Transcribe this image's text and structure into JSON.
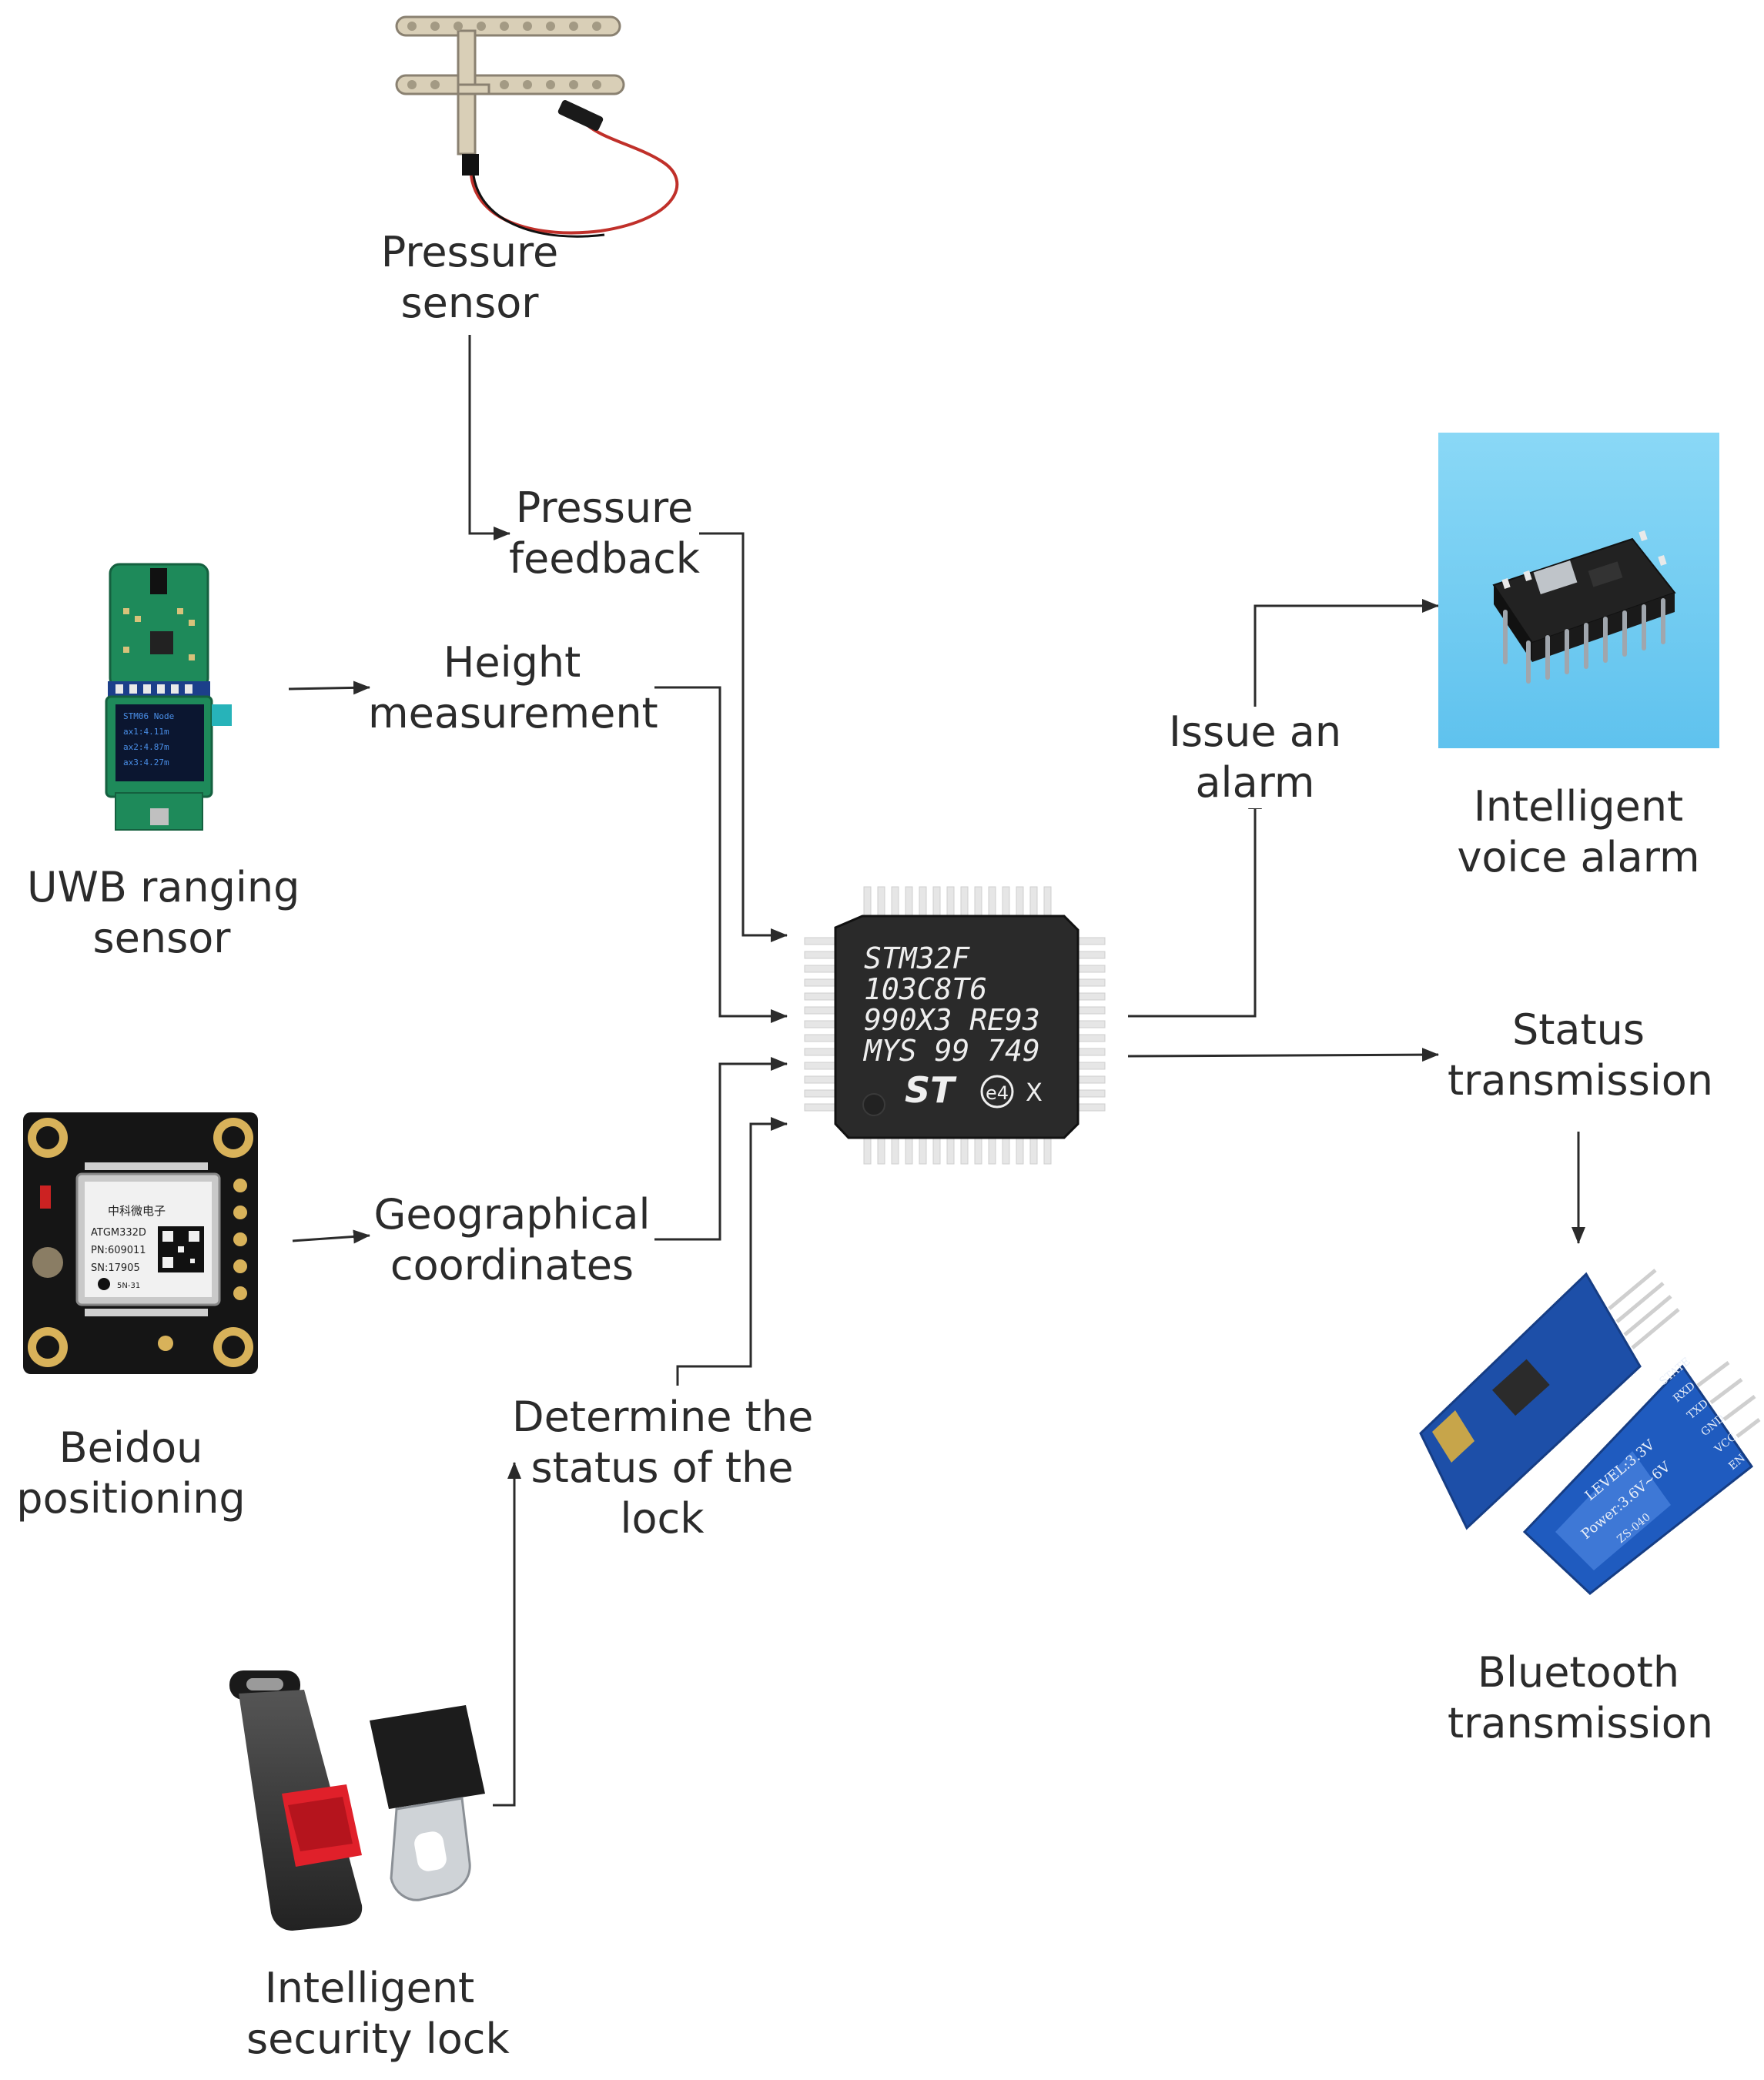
{
  "diagram": {
    "controller": {
      "chip_lines": [
        "STM32F",
        "103C8T6",
        "990X3 RE93",
        "MYS 99 749"
      ],
      "chip_logo": "ST",
      "chip_mark": "e4",
      "chip_suffix": "X"
    },
    "inputs": {
      "pressure_sensor": {
        "label_lines": [
          "Pressure",
          "sensor"
        ]
      },
      "uwb_sensor": {
        "label_lines": [
          "UWB ranging",
          "sensor"
        ],
        "screen_lines": [
          "STM06 Node",
          "ax1:4.11m",
          "ax2:4.87m",
          "ax3:4.27m"
        ]
      },
      "beidou": {
        "label_lines": [
          "Beidou",
          "positioning"
        ],
        "module_lines": [
          "中科微电子",
          "ATGM332D",
          "PN:609011",
          "SN:17905",
          "5N-31"
        ]
      },
      "security_lock": {
        "label_lines": [
          "Intelligent",
          "security lock"
        ]
      }
    },
    "signals": {
      "pressure_feedback": [
        "Pressure",
        "feedback"
      ],
      "height_measurement": [
        "Height",
        "measurement"
      ],
      "geographical_coordinates": [
        "Geographical",
        "coordinates"
      ],
      "lock_status": [
        "Determine the",
        "status of the",
        "lock"
      ],
      "issue_alarm": [
        "Issue an",
        "alarm"
      ],
      "status_transmission": [
        "Status",
        "transmission"
      ]
    },
    "outputs": {
      "voice_alarm": {
        "label_lines": [
          "Intelligent",
          "voice alarm"
        ]
      },
      "bluetooth": {
        "label_lines": [
          "Bluetooth",
          "transmission"
        ],
        "board_lines": [
          "LEVEL:3.3V",
          "Power:3.6V~6V",
          "ZS-040"
        ],
        "pin_labels": [
          "STATE",
          "RXD",
          "TXD",
          "GND",
          "VCC",
          "EN"
        ]
      }
    },
    "colors": {
      "line": "#2b2b2b",
      "text": "#2b2b2b",
      "pcb_green": "#1e8a5a",
      "pcb_blue": "#1d4fa8",
      "chip_body": "#2a2a2a",
      "voice_bg": "#7fd0f2",
      "buckle_red": "#e0202a"
    }
  }
}
